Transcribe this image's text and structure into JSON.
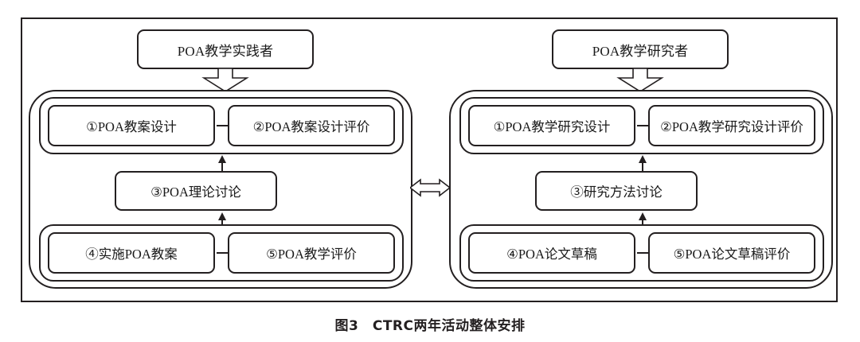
{
  "figure": {
    "caption": "图3　CTRC两年活动整体安排",
    "stroke_color": "#231f20",
    "background_color": "#ffffff"
  },
  "roles": {
    "practitioner": "POA教学实践者",
    "researcher": "POA教学研究者"
  },
  "panels": [
    {
      "id": "teaching",
      "role": "POA教学实践者",
      "top_group": {
        "left_node": "①POA教案设计",
        "right_node": "②POA教案设计评价",
        "arrow": "right-arrow"
      },
      "middle_node": "③POA理论讨论",
      "bottom_group": {
        "left_node": "④实施POA教案",
        "right_node": "⑤POA教学评价",
        "arrow": "right-arrow"
      }
    },
    {
      "id": "research",
      "role": "POA教学研究者",
      "top_group": {
        "left_node": "①POA教学研究设计",
        "right_node": "②POA教学研究设计评价",
        "arrow": "right-arrow"
      },
      "middle_node": "③研究方法讨论",
      "bottom_group": {
        "left_node": "④POA论文草稿",
        "right_node": "⑤POA论文草稿评价",
        "arrow": "right-arrow"
      }
    }
  ],
  "connectors": {
    "role_to_panel": "hollow-down-arrow",
    "panel_to_panel": "hollow-double-horizontal-arrow",
    "top_to_middle": "double-vertical-arrow",
    "middle_to_bottom": "double-vertical-arrow"
  }
}
